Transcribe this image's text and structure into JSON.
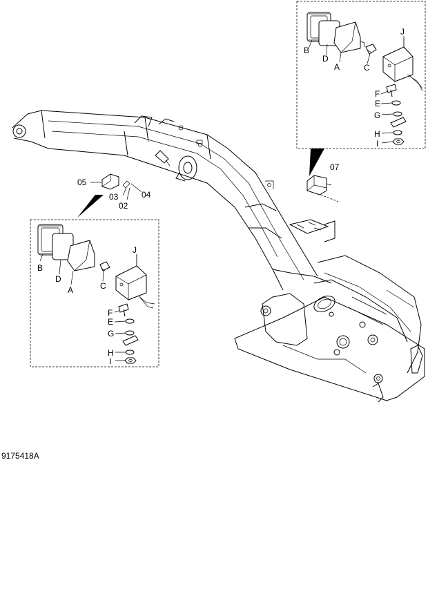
{
  "figure_code": "9175418A",
  "callouts": {
    "c05": "05",
    "c03": "03",
    "c02": "02",
    "c04": "04",
    "c07": "07"
  },
  "detail_top": {
    "A": "A",
    "B": "B",
    "C": "C",
    "D": "D",
    "E": "E",
    "F": "F",
    "G": "G",
    "H": "H",
    "I": "I",
    "J": "J"
  },
  "detail_left": {
    "A": "A",
    "B": "B",
    "C": "C",
    "D": "D",
    "E": "E",
    "F": "F",
    "G": "G",
    "H": "H",
    "I": "I",
    "J": "J"
  }
}
